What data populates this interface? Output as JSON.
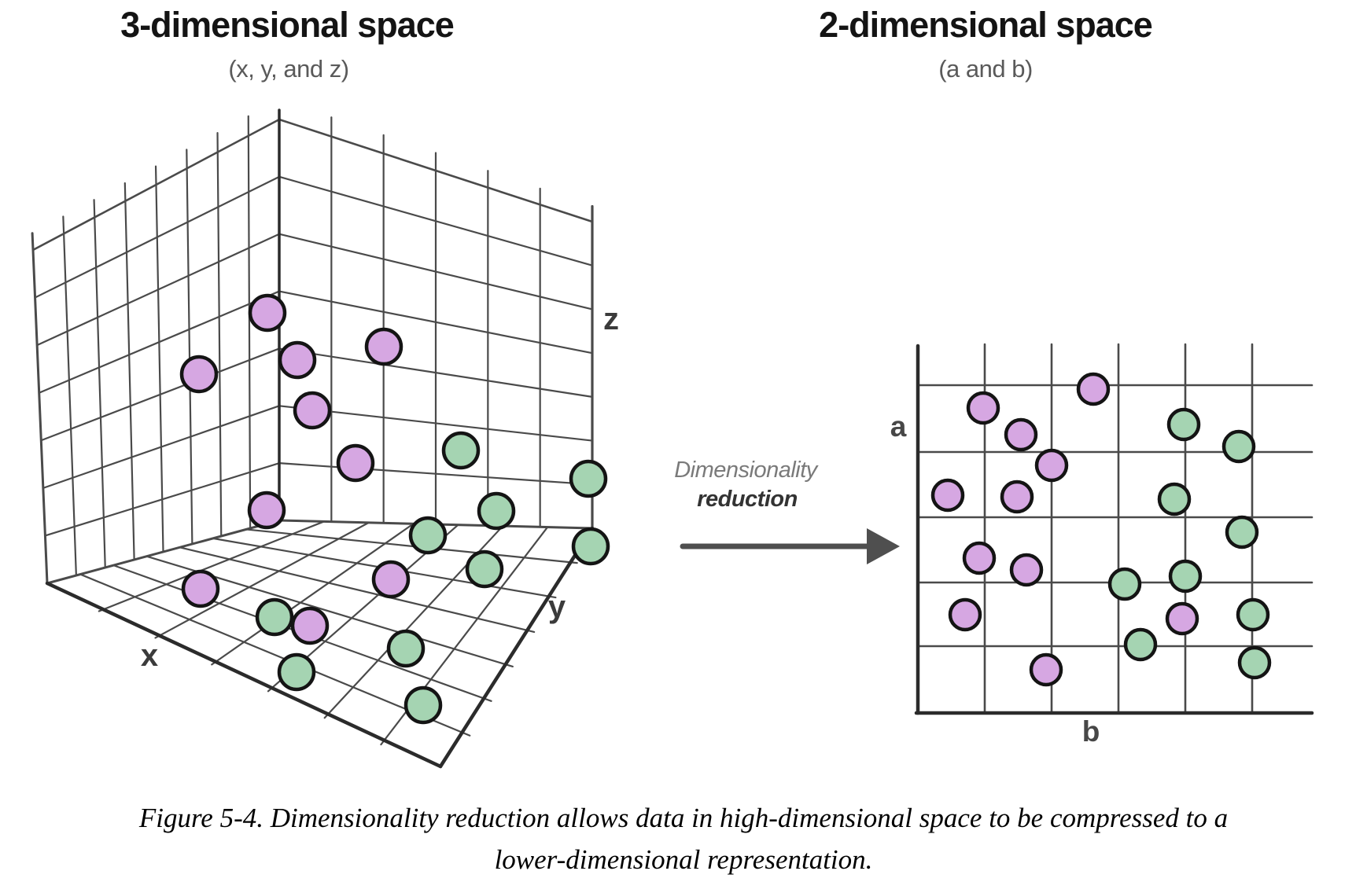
{
  "panel_3d": {
    "title": "3-dimensional space",
    "subtitle": "(x, y, and z)",
    "axis_x": "x",
    "axis_y": "y",
    "axis_z": "z",
    "points": {
      "purple": [
        [
          340,
          398
        ],
        [
          378,
          458
        ],
        [
          488,
          441
        ],
        [
          253,
          476
        ],
        [
          397,
          522
        ],
        [
          452,
          589
        ],
        [
          339,
          649
        ],
        [
          255,
          749
        ],
        [
          497,
          737
        ],
        [
          394,
          796
        ]
      ],
      "green": [
        [
          586,
          573
        ],
        [
          748,
          609
        ],
        [
          631,
          650
        ],
        [
          544,
          681
        ],
        [
          751,
          695
        ],
        [
          616,
          724
        ],
        [
          349,
          785
        ],
        [
          516,
          825
        ],
        [
          377,
          855
        ],
        [
          538,
          897
        ]
      ]
    }
  },
  "arrow": {
    "line1": "Dimensionality",
    "line2": "reduction"
  },
  "panel_2d": {
    "title": "2-dimensional space",
    "subtitle": "(a and b)",
    "axis_a": "a",
    "axis_b": "b",
    "points": {
      "purple": [
        [
          1390,
          495
        ],
        [
          1250,
          519
        ],
        [
          1298,
          553
        ],
        [
          1337,
          592
        ],
        [
          1205,
          630
        ],
        [
          1293,
          632
        ],
        [
          1245,
          710
        ],
        [
          1305,
          725
        ],
        [
          1227,
          782
        ],
        [
          1503,
          787
        ],
        [
          1330,
          852
        ]
      ],
      "green": [
        [
          1505,
          540
        ],
        [
          1575,
          568
        ],
        [
          1493,
          635
        ],
        [
          1579,
          677
        ],
        [
          1507,
          733
        ],
        [
          1430,
          743
        ],
        [
          1593,
          782
        ],
        [
          1450,
          820
        ],
        [
          1595,
          843
        ]
      ]
    }
  },
  "caption": {
    "line1": "Figure 5-4. Dimensionality reduction allows data in high-dimensional space to be compressed to a",
    "line2": "lower-dimensional representation."
  },
  "colors": {
    "purple": "#d6a7e2",
    "green": "#a5d4b2",
    "outline": "#141414",
    "grid": "#4a4a4a",
    "axis": "#2b2b2b",
    "arrow": "#4f4f4f"
  }
}
